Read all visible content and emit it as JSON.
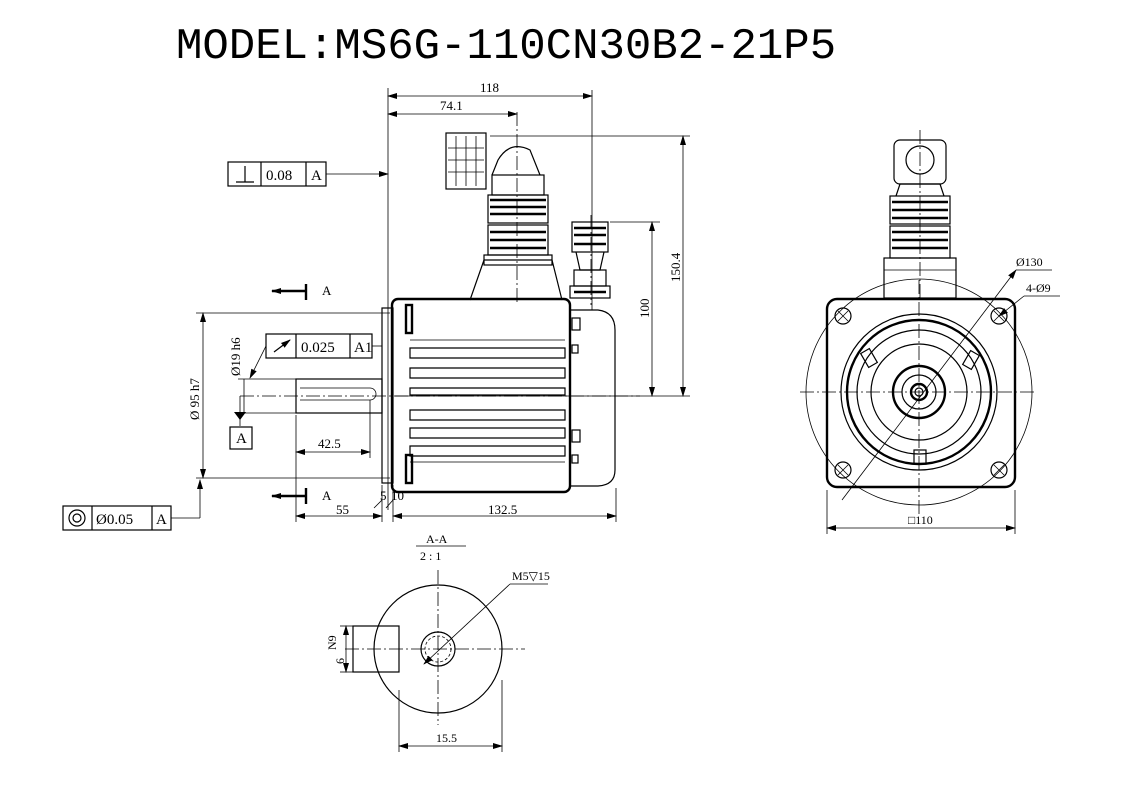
{
  "title": "MODEL:MS6G-110CN30B2-21P5",
  "side_view": {
    "dims": {
      "overall_top": "118",
      "connector_offset": "74.1",
      "height_total": "150.4",
      "height_conn": "100",
      "shaft_len": "55",
      "flange_thk": "5",
      "spigot": "10",
      "body_len": "132.5",
      "key_len": "42.5",
      "spigot_dia": "Ø 95 h7",
      "shaft_dia": "Ø19 h6"
    },
    "section_labels": {
      "top": "A",
      "bottom": "A"
    },
    "datum_label": "A",
    "gdt_perp": {
      "value": "0.08",
      "datum": "A"
    },
    "gdt_runout": {
      "value": "0.025",
      "datum": "A1"
    },
    "gdt_concentric": {
      "value": "Ø0.05",
      "datum": "A"
    }
  },
  "front_view": {
    "dims": {
      "pcd": "Ø130",
      "holes": "4-Ø9",
      "square": "□110"
    }
  },
  "section_view": {
    "title": "A-A",
    "scale": "2 : 1",
    "thread": "M5▽15",
    "key_width": "N9",
    "key_dim": "6",
    "key_depth": "15.5"
  }
}
